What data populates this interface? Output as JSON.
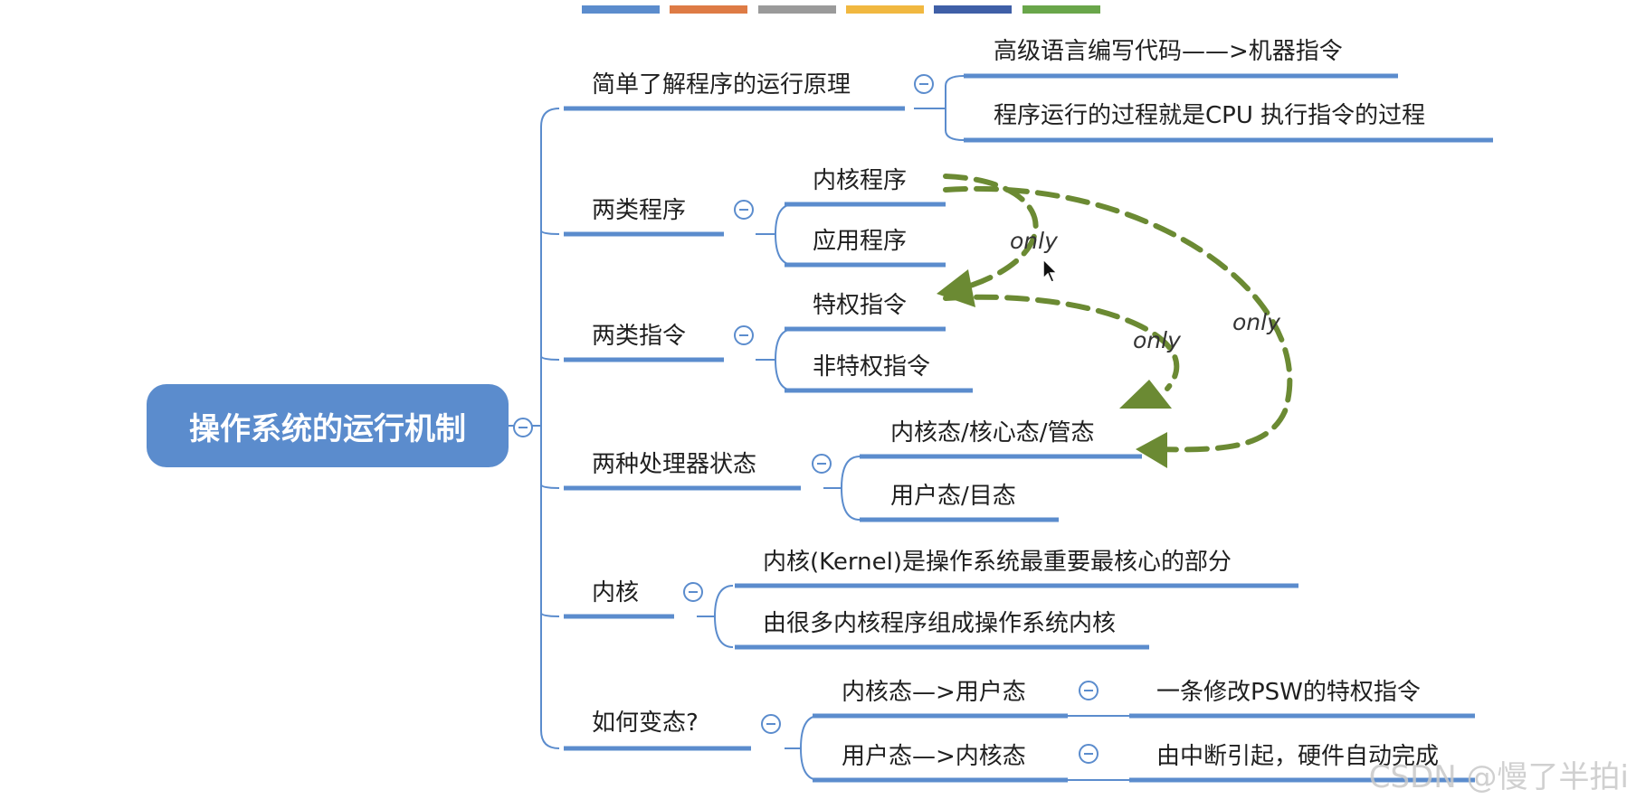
{
  "root": {
    "label": "操作系统的运行机制"
  },
  "tab_colors": [
    "#5b8ccd",
    "#de7b45",
    "#9a9a9a",
    "#f1b840",
    "#3f5fa7",
    "#69a64a"
  ],
  "branches": [
    {
      "label": "简单了解程序的运行原理",
      "children": [
        "高级语言编写代码——>机器指令",
        "程序运行的过程就是CPU 执行指令的过程"
      ]
    },
    {
      "label": "两类程序",
      "children": [
        "内核程序",
        "应用程序"
      ]
    },
    {
      "label": "两类指令",
      "children": [
        "特权指令",
        "非特权指令"
      ]
    },
    {
      "label": "两种处理器状态",
      "children": [
        "内核态/核心态/管态",
        "用户态/目态"
      ]
    },
    {
      "label": "内核",
      "children": [
        "内核(Kernel)是操作系统最重要最核心的部分",
        "由很多内核程序组成操作系统内核"
      ]
    },
    {
      "label": "如何变态?",
      "children": [
        "内核态—>用户态",
        "用户态—>内核态"
      ]
    }
  ],
  "transitions": [
    "一条修改PSW的特权指令",
    "由中断引起，硬件自动完成"
  ],
  "annotations": {
    "only_label": "only"
  },
  "line_color": "#5b8ccd",
  "arrow_color": "#6b8a33",
  "watermark": "CSDN @慢了半拍i"
}
